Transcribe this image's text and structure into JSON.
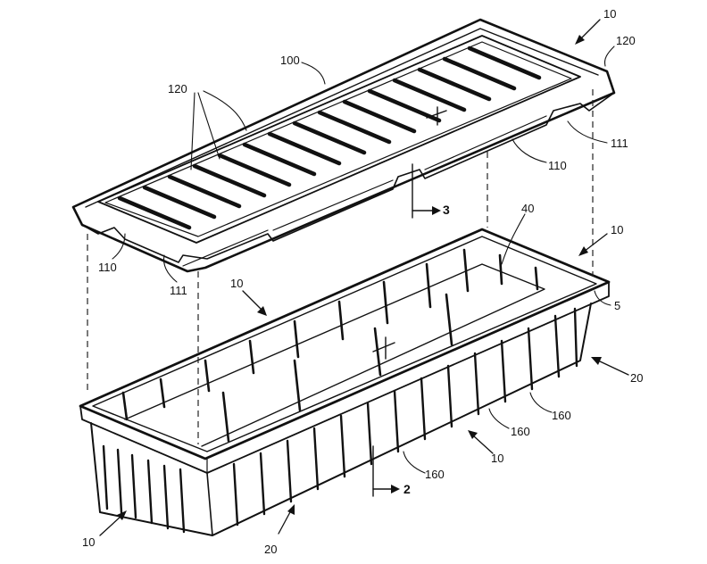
{
  "figure": {
    "labels": {
      "lid_ref_top": "10",
      "lid_ref_120_top": "120",
      "lid_ref_100": "100",
      "lid_ref_120_left": "120",
      "lid_ref_111_right": "111",
      "lid_ref_110_right": "110",
      "section_3": "3",
      "tray_ref_40": "40",
      "tray_ref_10_right": "10",
      "lid_ref_110_left": "110",
      "lid_ref_111_left": "111",
      "tray_ref_10_mid": "10",
      "tray_ref_5": "5",
      "tray_ref_20_right": "20",
      "tray_ref_160_a": "160",
      "tray_ref_160_b": "160",
      "tray_ref_10_bottom": "10",
      "tray_ref_160_c": "160",
      "section_2": "2",
      "tray_ref_10_left": "10",
      "tray_ref_20_bottom": "20"
    }
  }
}
